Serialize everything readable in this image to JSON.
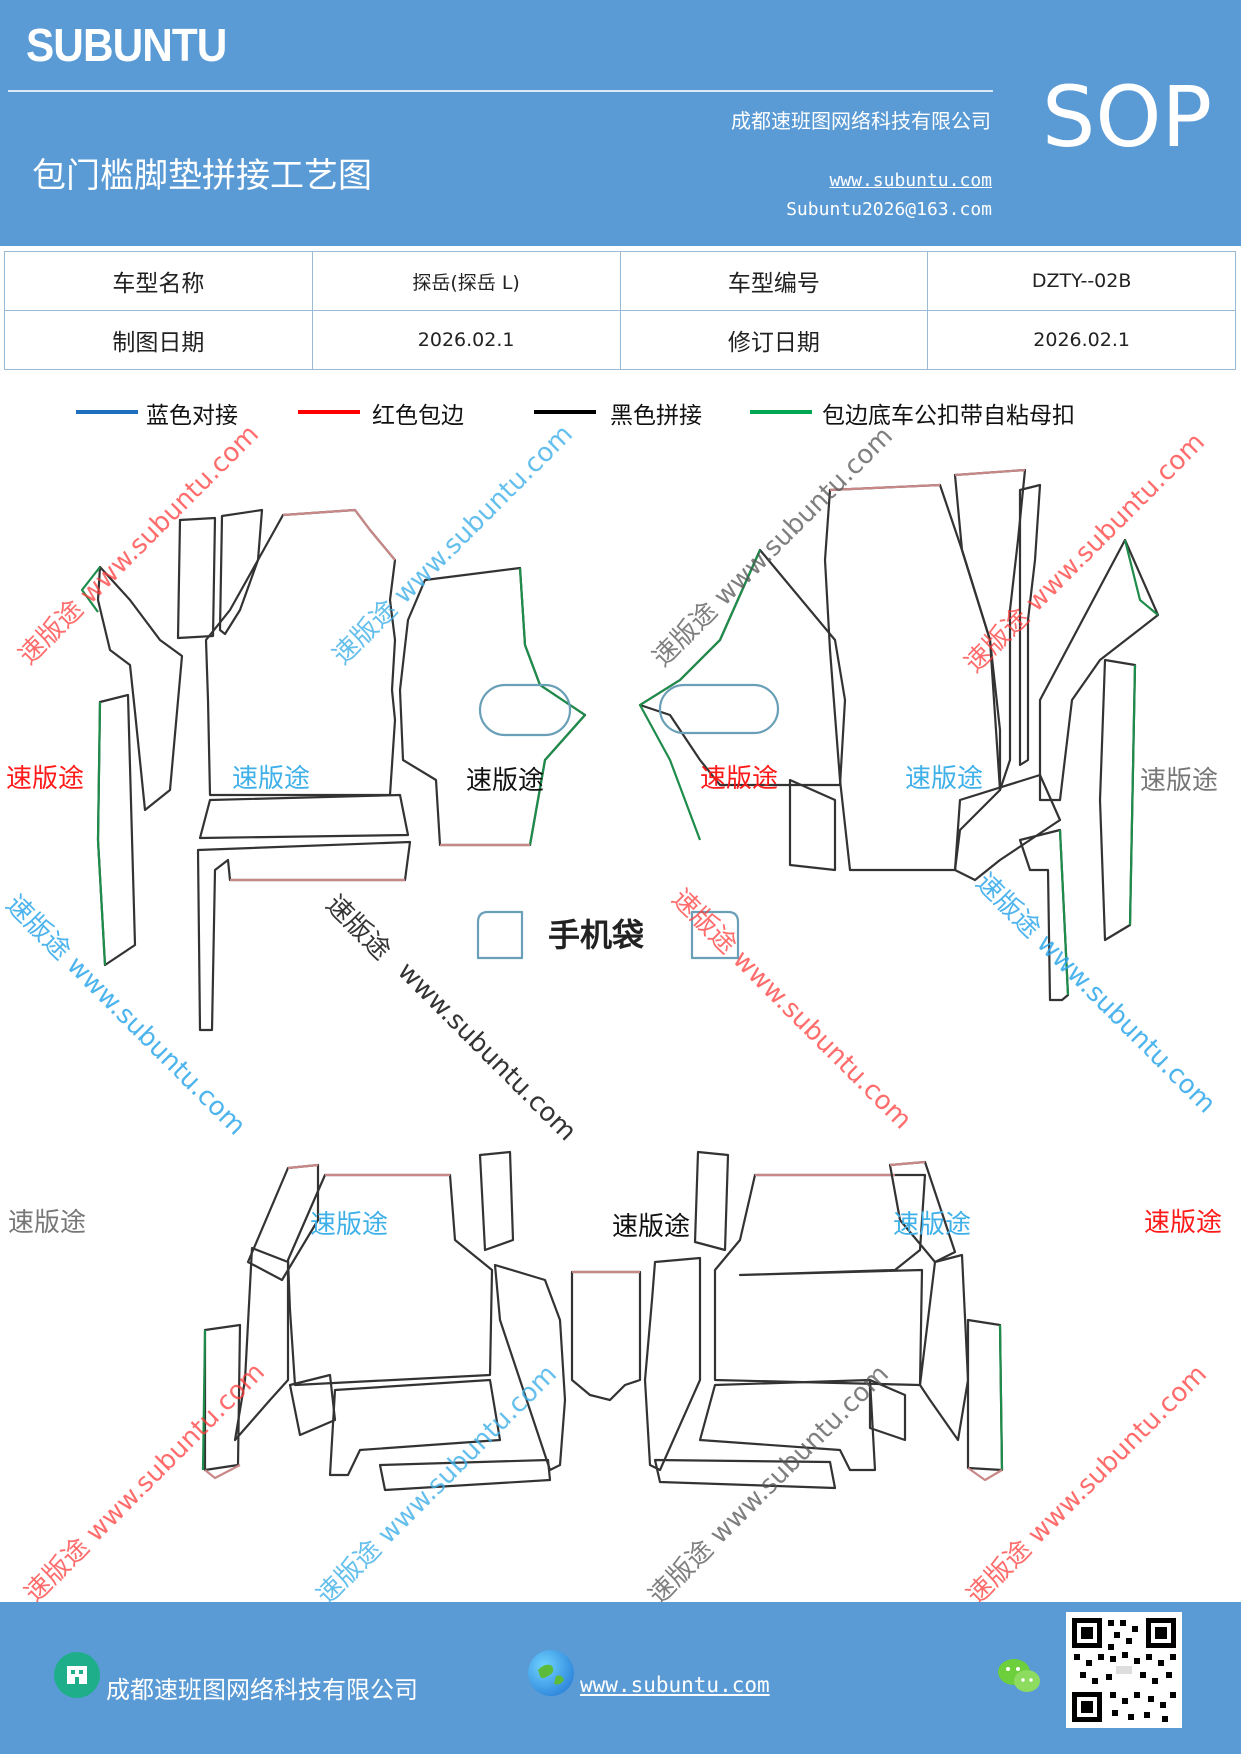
{
  "header": {
    "brand": "SUBUNTU",
    "company": "成都速班图网络科技有限公司",
    "title": "包门槛脚垫拼接工艺图",
    "url": "www.subuntu.com",
    "email": "Subuntu2026@163.com",
    "badge": "SOP"
  },
  "info": {
    "model_name_label": "车型名称",
    "model_name_value": "探岳(探岳 L)",
    "model_code_label": "车型编号",
    "model_code_value": "DZTY--02B",
    "draw_date_label": "制图日期",
    "draw_date_value": "2026.02.1",
    "revise_date_label": "修订日期",
    "revise_date_value": "2026.02.1"
  },
  "legend": [
    {
      "label": "蓝色对接",
      "color": "#1f6fbf"
    },
    {
      "label": "红色包边",
      "color": "#ff0000"
    },
    {
      "label": "黑色拼接",
      "color": "#000000"
    },
    {
      "label": "包边底车公扣带自粘母扣",
      "color": "#00a651"
    }
  ],
  "colors": {
    "header_bg": "#5b9bd5",
    "outline_black": "#333333",
    "outline_red": "#c98888",
    "outline_green": "#1e8c4a",
    "outline_blue": "#6a9fb8"
  },
  "diagram": {
    "phone_pocket_label": "手机袋"
  },
  "watermarks": {
    "brand_cn": "速版途",
    "diag": "速版途 www.subuntu.com",
    "diag_split_cn": "速版途",
    "diag_split_url": "www.subuntu.com"
  },
  "footer": {
    "company": "成都速班图网络科技有限公司",
    "url": "www.subuntu.com"
  }
}
